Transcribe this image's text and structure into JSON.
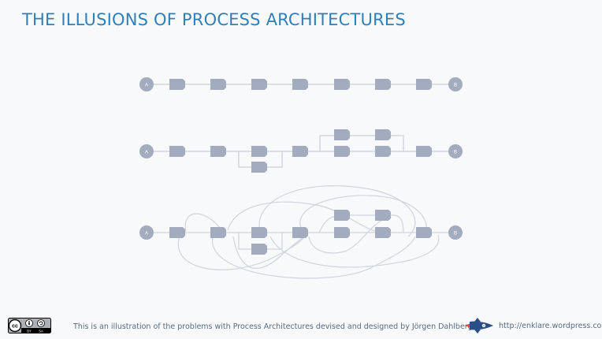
{
  "title": "THE ILLUSIONS OF PROCESS ARCHITECTURES",
  "nodes": {
    "start_label": "A",
    "end_label": "B"
  },
  "license_badge": {
    "icon": "cc-by-sa-icon",
    "labels": [
      "BY",
      "SA"
    ]
  },
  "footer": {
    "description": "This is an illustration of the problems with Process Architectures devised and designed by Jörgen Dahlberg",
    "url": "http://enklare.wordpress.com",
    "logo_icon": "rocket-icon"
  },
  "colors": {
    "title": "#2f7fb8",
    "process_box": "#a3acbf",
    "node": "#a3acbf",
    "connector": "#c9ced8",
    "footer_text": "#566a7e"
  }
}
